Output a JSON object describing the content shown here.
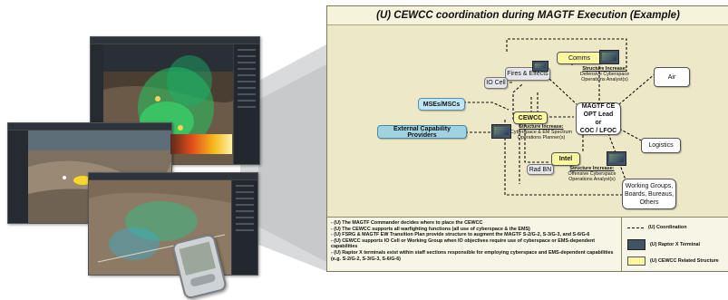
{
  "diagram": {
    "title": "(U) CEWCC coordination during MAGTF Execution (Example)",
    "nodes": {
      "comms": "Comms",
      "fires_effects": "Fires & Effects",
      "io_cell": "IO Cell",
      "air": "Air",
      "msc": "MSEs/MSCs",
      "external": "External Capability Providers",
      "cewcc": "CEWCC",
      "magtf_ce": [
        "MAGTF CE",
        "OPT Lead",
        "or",
        "COC / LFOC"
      ],
      "logistics": "Logistics",
      "intel": "Intel",
      "rad_bn": "Rad BN",
      "working_groups": [
        "Working Groups,",
        "Boards, Bureaus,",
        "Others"
      ]
    },
    "notes": {
      "comms": {
        "head": "Structure Increase:",
        "body": "Defensive Cyberspace Operations Analyst(s)"
      },
      "cewcc": {
        "head": "Structure Increase:",
        "body": "Cyberspace & EM Spectrum Operations Planner(s)"
      },
      "intel": {
        "head": "Structure Increase:",
        "body": "Offensive Cyberspace Operations Analyst(s)"
      }
    }
  },
  "bullets": [
    "- (U) The MAGTF Commander decides where to place the CEWCC",
    "- (U) The CEWCC supports all warfighting  functions (all use of cyberspace & the EMS)",
    "- (U) FSRG & MAGTF EW Transition Plan provide structure to augment the MAGTF S-2/G-2, S-3/G-3, and S-6/G-6",
    "- (U) CEWCC supports IO Cell or Working Group when IO objectives require use of cyberspace or EMS-dependent capabilities",
    "- (U) Raptor X terminals exist within staff sections responsible for employing cyberspace and EMS-dependent capabilities  (e.g. S-2/G-2, S-3/G-3, S-6/G-6)"
  ],
  "legend": {
    "coordination": "(U) Coordination",
    "terminal": "(U) Raptor X Terminal",
    "related": "(U) CEWCC Related Structure"
  },
  "colors": {
    "yellow_box": "#fbf6a2",
    "diagram_bg": "#ede9c8",
    "cyan_box": "#bfe6f6",
    "terminal": "#425363"
  },
  "icons": [
    "terminal-icon",
    "pda-device-icon",
    "globe-terrain-view"
  ]
}
